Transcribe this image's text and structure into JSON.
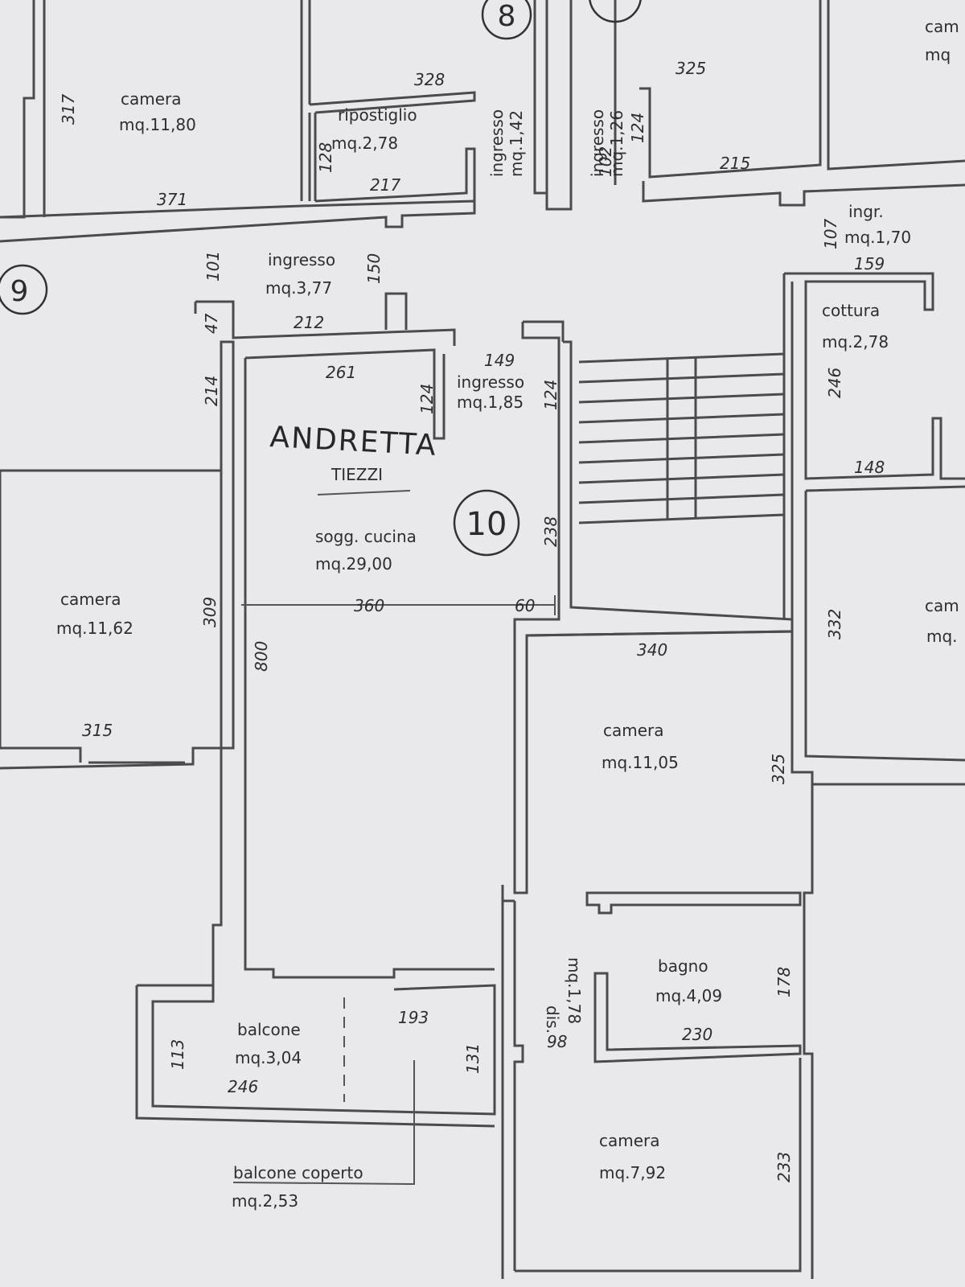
{
  "unit_numbers": {
    "u8": "8",
    "u9": "9",
    "u10": "10"
  },
  "rooms": {
    "camera_top": {
      "name": "camera",
      "area": "mq.11,80"
    },
    "ripostiglio": {
      "name": "ripostiglio",
      "area": "mq.2,78"
    },
    "ingresso_top1": {
      "name": "ingresso",
      "area": "mq.1,42"
    },
    "ingresso_top2": {
      "name": "ingresso",
      "area": "mq.1,26"
    },
    "top_right": {
      "name": "cam",
      "area": "mq"
    },
    "ingr_right": {
      "name": "ingr.",
      "area": "mq.1,70"
    },
    "ingresso_9": {
      "name": "ingresso",
      "area": "mq.3,77"
    },
    "cottura": {
      "name": "cottura",
      "area": "mq.2,78"
    },
    "ingresso_10": {
      "name": "ingresso",
      "area": "mq.1,85"
    },
    "soggiorno": {
      "name": "sogg. cucina",
      "area": "mq.29,00"
    },
    "camera_left": {
      "name": "camera",
      "area": "mq.11,62"
    },
    "camera_right": {
      "name": "cam",
      "area": "mq."
    },
    "camera_mid": {
      "name": "camera",
      "area": "mq.11,05"
    },
    "dis": {
      "name": "dis.",
      "area": "mq.1,78"
    },
    "bagno": {
      "name": "bagno",
      "area": "mq.4,09"
    },
    "balcone": {
      "name": "balcone",
      "area": "mq.3,04"
    },
    "balcone_coperto": {
      "name": "balcone coperto",
      "area": "mq.2,53"
    },
    "camera_bottom": {
      "name": "camera",
      "area": "mq.7,92"
    }
  },
  "handwriting": {
    "name": "ANDRETTA",
    "subname": "TIEZZI"
  },
  "dimensions": {
    "d317": "317",
    "d371": "371",
    "d328": "328",
    "d128": "128",
    "d217": "217",
    "d325": "325",
    "d215": "215",
    "d102": "102",
    "d124a": "124",
    "d107": "107",
    "d159": "159",
    "d101": "101",
    "d150": "150",
    "d47": "47",
    "d212": "212",
    "d214": "214",
    "d261": "261",
    "d124b": "124",
    "d149": "149",
    "d124c": "124",
    "d246": "246",
    "d148": "148",
    "d238": "238",
    "d309": "309",
    "d360": "360",
    "d60": "60",
    "d800": "800",
    "d315": "315",
    "d340": "340",
    "d332": "332",
    "d325b": "325",
    "d178": "178",
    "d98": "98",
    "d230": "230",
    "d113": "113",
    "d193": "193",
    "d131": "131",
    "d246b": "246",
    "d233": "233"
  }
}
